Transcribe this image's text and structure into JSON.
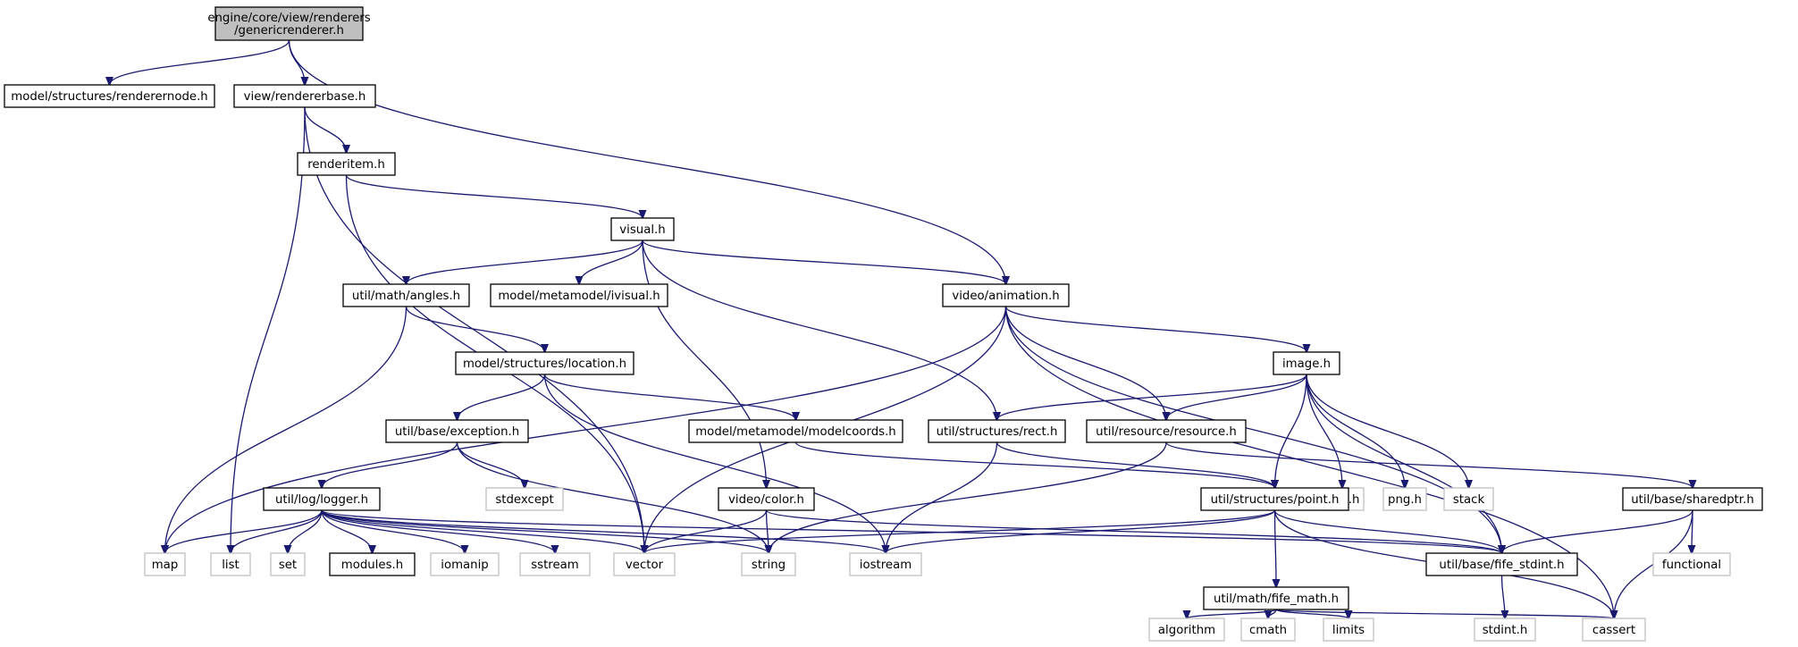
{
  "colors": {
    "edge": "#191970",
    "root_fill": "#bfbfbf",
    "node_fill": "#ffffff",
    "node_border": "#000000",
    "external_border": "#bfbfbf",
    "external_text": "#000000"
  },
  "nodes": [
    {
      "id": "genericrenderer",
      "label": [
        "engine/core/view/renderers",
        "/genericrenderer.h"
      ],
      "kind": "root"
    },
    {
      "id": "renderernode",
      "label": [
        "model/structures/renderernode.h"
      ],
      "kind": "file"
    },
    {
      "id": "rendererbase",
      "label": [
        "view/rendererbase.h"
      ],
      "kind": "file"
    },
    {
      "id": "renderitem",
      "label": [
        "renderitem.h"
      ],
      "kind": "file"
    },
    {
      "id": "visual",
      "label": [
        "visual.h"
      ],
      "kind": "file"
    },
    {
      "id": "angles",
      "label": [
        "util/math/angles.h"
      ],
      "kind": "file"
    },
    {
      "id": "ivisual",
      "label": [
        "model/metamodel/ivisual.h"
      ],
      "kind": "file"
    },
    {
      "id": "animation",
      "label": [
        "video/animation.h"
      ],
      "kind": "file"
    },
    {
      "id": "location",
      "label": [
        "model/structures/location.h"
      ],
      "kind": "file"
    },
    {
      "id": "image",
      "label": [
        "image.h"
      ],
      "kind": "file"
    },
    {
      "id": "exception",
      "label": [
        "util/base/exception.h"
      ],
      "kind": "file"
    },
    {
      "id": "modelcoords",
      "label": [
        "model/metamodel/modelcoords.h"
      ],
      "kind": "file"
    },
    {
      "id": "rect",
      "label": [
        "util/structures/rect.h"
      ],
      "kind": "file"
    },
    {
      "id": "resource",
      "label": [
        "util/resource/resource.h"
      ],
      "kind": "file"
    },
    {
      "id": "sdl",
      "label": [
        "SDL.h"
      ],
      "kind": "external"
    },
    {
      "id": "png",
      "label": [
        "png.h"
      ],
      "kind": "external"
    },
    {
      "id": "stack",
      "label": [
        "stack"
      ],
      "kind": "external"
    },
    {
      "id": "logger",
      "label": [
        "util/log/logger.h"
      ],
      "kind": "file"
    },
    {
      "id": "stdexcept",
      "label": [
        "stdexcept"
      ],
      "kind": "external"
    },
    {
      "id": "color",
      "label": [
        "video/color.h"
      ],
      "kind": "file"
    },
    {
      "id": "point",
      "label": [
        "util/structures/point.h"
      ],
      "kind": "file"
    },
    {
      "id": "sharedptr",
      "label": [
        "util/base/sharedptr.h"
      ],
      "kind": "file"
    },
    {
      "id": "map",
      "label": [
        "map"
      ],
      "kind": "external"
    },
    {
      "id": "list",
      "label": [
        "list"
      ],
      "kind": "external"
    },
    {
      "id": "set",
      "label": [
        "set"
      ],
      "kind": "external"
    },
    {
      "id": "modules",
      "label": [
        "modules.h"
      ],
      "kind": "file"
    },
    {
      "id": "iomanip",
      "label": [
        "iomanip"
      ],
      "kind": "external"
    },
    {
      "id": "sstream",
      "label": [
        "sstream"
      ],
      "kind": "external"
    },
    {
      "id": "vector",
      "label": [
        "vector"
      ],
      "kind": "external"
    },
    {
      "id": "string",
      "label": [
        "string"
      ],
      "kind": "external"
    },
    {
      "id": "iostream",
      "label": [
        "iostream"
      ],
      "kind": "external"
    },
    {
      "id": "fife_stdint",
      "label": [
        "util/base/fife_stdint.h"
      ],
      "kind": "file"
    },
    {
      "id": "fife_math",
      "label": [
        "util/math/fife_math.h"
      ],
      "kind": "file"
    },
    {
      "id": "functional",
      "label": [
        "functional"
      ],
      "kind": "external"
    },
    {
      "id": "algorithm",
      "label": [
        "algorithm"
      ],
      "kind": "external"
    },
    {
      "id": "cmath",
      "label": [
        "cmath"
      ],
      "kind": "external"
    },
    {
      "id": "limits",
      "label": [
        "limits"
      ],
      "kind": "external"
    },
    {
      "id": "stdint",
      "label": [
        "stdint.h"
      ],
      "kind": "external"
    },
    {
      "id": "cassert",
      "label": [
        "cassert"
      ],
      "kind": "external"
    }
  ],
  "edges": [
    [
      "genericrenderer",
      "renderernode"
    ],
    [
      "genericrenderer",
      "rendererbase"
    ],
    [
      "genericrenderer",
      "animation"
    ],
    [
      "rendererbase",
      "renderitem"
    ],
    [
      "rendererbase",
      "list"
    ],
    [
      "rendererbase",
      "vector"
    ],
    [
      "renderitem",
      "visual"
    ],
    [
      "renderitem",
      "vector"
    ],
    [
      "visual",
      "angles"
    ],
    [
      "visual",
      "ivisual"
    ],
    [
      "visual",
      "animation"
    ],
    [
      "visual",
      "rect"
    ],
    [
      "visual",
      "color"
    ],
    [
      "angles",
      "location"
    ],
    [
      "angles",
      "map"
    ],
    [
      "animation",
      "map"
    ],
    [
      "animation",
      "vector"
    ],
    [
      "animation",
      "image"
    ],
    [
      "animation",
      "resource"
    ],
    [
      "animation",
      "fife_stdint"
    ],
    [
      "animation",
      "cassert"
    ],
    [
      "location",
      "exception"
    ],
    [
      "location",
      "modelcoords"
    ],
    [
      "location",
      "iostream"
    ],
    [
      "exception",
      "logger"
    ],
    [
      "exception",
      "stdexcept"
    ],
    [
      "exception",
      "string"
    ],
    [
      "image",
      "rect"
    ],
    [
      "image",
      "resource"
    ],
    [
      "image",
      "sdl"
    ],
    [
      "image",
      "png"
    ],
    [
      "image",
      "stack"
    ],
    [
      "image",
      "point"
    ],
    [
      "image",
      "fife_stdint"
    ],
    [
      "modelcoords",
      "point"
    ],
    [
      "rect",
      "point"
    ],
    [
      "rect",
      "iostream"
    ],
    [
      "resource",
      "sharedptr"
    ],
    [
      "resource",
      "string"
    ],
    [
      "logger",
      "map"
    ],
    [
      "logger",
      "list"
    ],
    [
      "logger",
      "set"
    ],
    [
      "logger",
      "modules"
    ],
    [
      "logger",
      "iomanip"
    ],
    [
      "logger",
      "sstream"
    ],
    [
      "logger",
      "vector"
    ],
    [
      "logger",
      "string"
    ],
    [
      "logger",
      "iostream"
    ],
    [
      "logger",
      "fife_stdint"
    ],
    [
      "color",
      "vector"
    ],
    [
      "color",
      "string"
    ],
    [
      "color",
      "fife_stdint"
    ],
    [
      "point",
      "vector"
    ],
    [
      "point",
      "iostream"
    ],
    [
      "point",
      "fife_math"
    ],
    [
      "point",
      "fife_stdint"
    ],
    [
      "point",
      "cassert"
    ],
    [
      "sharedptr",
      "fife_stdint"
    ],
    [
      "sharedptr",
      "functional"
    ],
    [
      "sharedptr",
      "cassert"
    ],
    [
      "fife_math",
      "algorithm"
    ],
    [
      "fife_math",
      "cmath"
    ],
    [
      "fife_math",
      "limits"
    ],
    [
      "fife_math",
      "cassert"
    ],
    [
      "fife_stdint",
      "stdint"
    ]
  ]
}
